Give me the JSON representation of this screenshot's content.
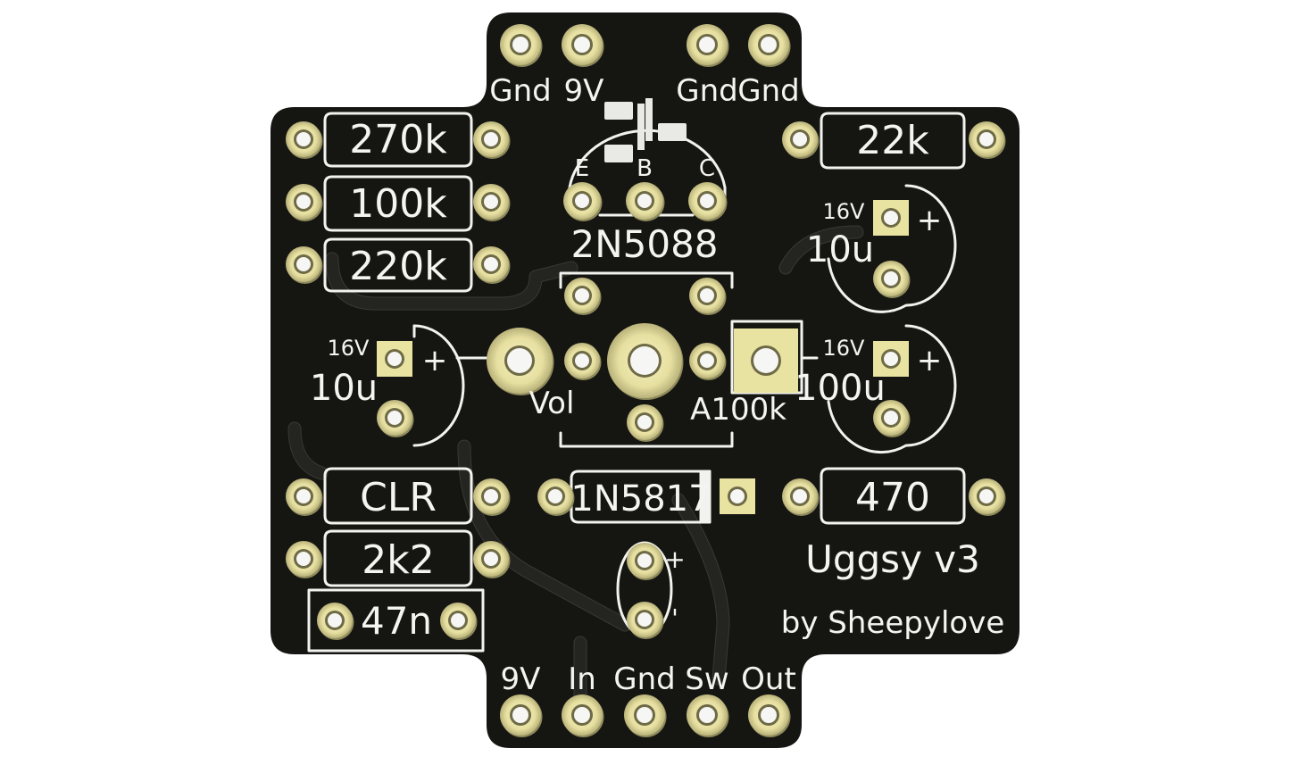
{
  "board": {
    "title": "Uggsy v3",
    "credit": "by Sheepylove",
    "colors": {
      "soldermask": "#141411",
      "silkscreen": "#f2f2ee",
      "pad_gold": "#e9e3a2",
      "pad_shadow": "#8e8a5c",
      "hole": "#f6f6f4"
    }
  },
  "header_top": [
    "Gnd",
    "9V",
    "Gnd",
    "Gnd"
  ],
  "header_bottom": [
    "9V",
    "In",
    "Gnd",
    "Sw",
    "Out"
  ],
  "transistor": {
    "part": "2N5088",
    "pins": [
      "E",
      "B",
      "C"
    ]
  },
  "resistors": {
    "r270k": "270k",
    "r100k": "100k",
    "r220k": "220k",
    "r22k": "22k",
    "rclr": "CLR",
    "r2k2": "2k2",
    "r470": "470"
  },
  "cap_film": "47n",
  "diode": "1N5817",
  "electrolytics": {
    "c_left": {
      "voltage": "16V",
      "value": "10u",
      "plus": "+"
    },
    "c_right_top": {
      "voltage": "16V",
      "value": "10u",
      "plus": "+"
    },
    "c_right_mid": {
      "voltage": "16V",
      "value": "100u",
      "plus": "+"
    }
  },
  "pot": {
    "name": "Vol",
    "value": "A100k"
  },
  "led": {
    "plus": "+",
    "minus": "'"
  }
}
